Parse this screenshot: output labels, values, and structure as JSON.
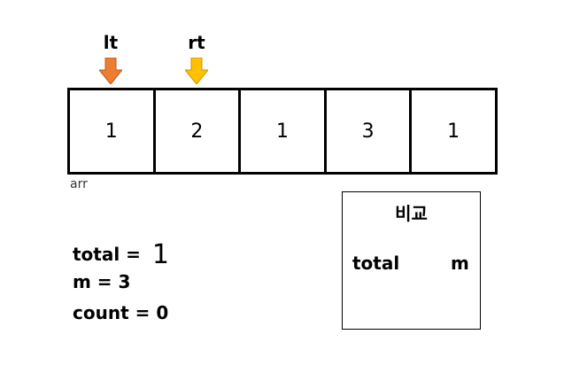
{
  "pointers": [
    {
      "label": "lt",
      "color": "#ED7D31",
      "cell_index": 0
    },
    {
      "label": "rt",
      "color": "#FFC000",
      "cell_index": 1
    }
  ],
  "array": {
    "name": "arr",
    "values": [
      "1",
      "2",
      "1",
      "3",
      "1"
    ]
  },
  "variables": {
    "total_text": "total = ",
    "total_value": "1",
    "m_text": "m = 3",
    "count_text": "count = 0"
  },
  "compare": {
    "title": "비교",
    "left": "total",
    "right": "m"
  }
}
